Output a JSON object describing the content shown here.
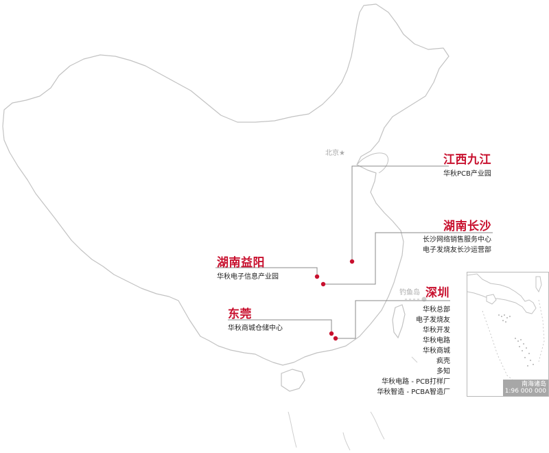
{
  "map": {
    "capital_label": "北京★",
    "islands_label": "钓鱼岛",
    "inset": {
      "title": "南海诸岛",
      "scale": "1:96 000 000"
    }
  },
  "locations": [
    {
      "id": "jiujiang",
      "name": "江西九江",
      "lines": [
        "华秋PCB产业园"
      ]
    },
    {
      "id": "changsha",
      "name": "湖南长沙",
      "lines": [
        "长沙网络销售服务中心",
        "电子发烧友长沙运营部"
      ]
    },
    {
      "id": "yiyang",
      "name": "湖南益阳",
      "lines": [
        "华秋电子信息产业园"
      ]
    },
    {
      "id": "shenzhen",
      "name": "深圳",
      "lines": [
        "华秋总部",
        "电子发烧友",
        "华秋开发",
        "华秋电路",
        "华秋商城",
        "疯壳",
        "多知",
        "华秋电路 - PCB打样厂",
        "华秋智造 - PCBA智造厂"
      ]
    },
    {
      "id": "dongguan",
      "name": "东莞",
      "lines": [
        "华秋商城仓储中心"
      ]
    }
  ],
  "colors": {
    "accent": "#c8102e",
    "map_outline": "#bdbdbd",
    "leader": "#888888"
  }
}
